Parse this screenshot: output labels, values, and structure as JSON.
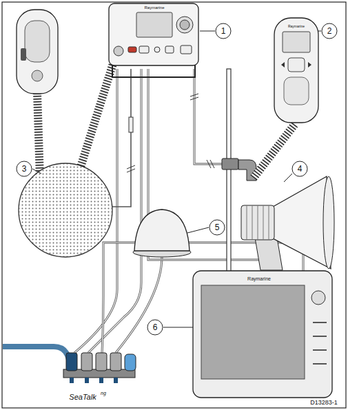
{
  "diagram": {
    "labels": [
      "1",
      "2",
      "3",
      "4",
      "5",
      "6",
      "Raymarine",
      "Raymarine",
      "Raymarine",
      "SeaTalk",
      "ng",
      "D13283-1"
    ]
  }
}
